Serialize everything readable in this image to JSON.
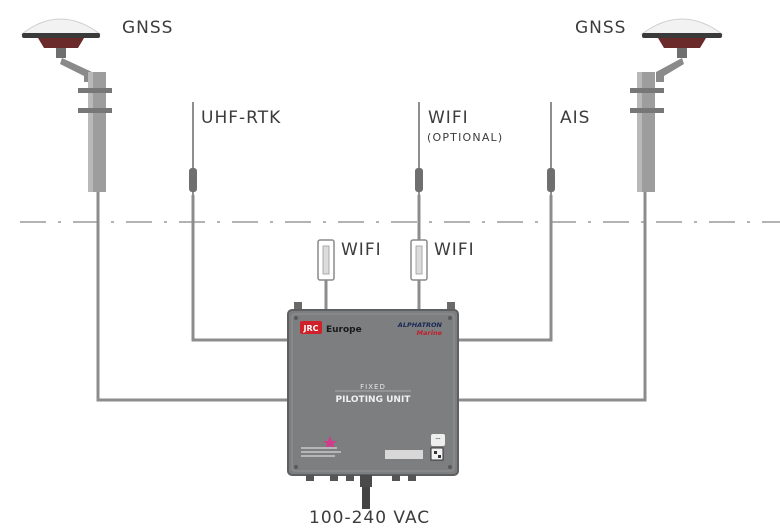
{
  "labels": {
    "gnss_left": "GNSS",
    "gnss_right": "GNSS",
    "uhf_rtk": "UHF-RTK",
    "wifi_top": "WIFI",
    "wifi_optional": "(OPTIONAL)",
    "ais": "AIS",
    "wifi_left": "WIFI",
    "wifi_right": "WIFI",
    "power": "100-240 VAC"
  },
  "unit": {
    "brand_left_badge": "JRC",
    "brand_left_text": "Europe",
    "brand_right_top": "ALPHATRON",
    "brand_right_bottom": "Marine",
    "product_line1": "FIXED",
    "product_line2": "PILOTING UNIT"
  },
  "colors": {
    "cable": "#8c8c8c",
    "box": "#7d7e80",
    "box_edge": "#5e5f61",
    "antenna_dome": "#f2f2f2",
    "antenna_base": "#6b2a2a",
    "jrc_red": "#d0202a",
    "label_text": "#3c3c3c"
  }
}
